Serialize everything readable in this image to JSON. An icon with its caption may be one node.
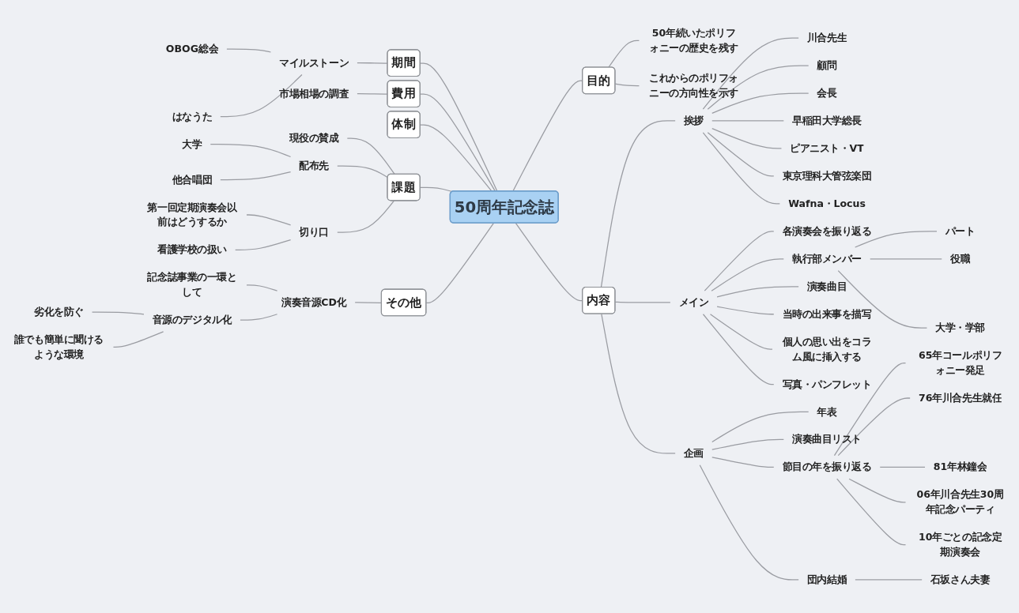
{
  "diagram": {
    "nodes": [
      {
        "text": [
          "50周年記念誌"
        ]
      },
      {
        "text": [
          "期間"
        ]
      },
      {
        "text": [
          "マイルストーン"
        ]
      },
      {
        "text": [
          "OBOG総会"
        ]
      },
      {
        "text": [
          "はなうた"
        ]
      },
      {
        "text": [
          "費用"
        ]
      },
      {
        "text": [
          "市場相場の調査"
        ]
      },
      {
        "text": [
          "体制"
        ]
      },
      {
        "text": [
          "課題"
        ]
      },
      {
        "text": [
          "現役の賛成"
        ]
      },
      {
        "text": [
          "配布先"
        ]
      },
      {
        "text": [
          "大学"
        ]
      },
      {
        "text": [
          "他合唱団"
        ]
      },
      {
        "text": [
          "切り口"
        ]
      },
      {
        "text": [
          "第一回定期演奏会以前はどうするか"
        ]
      },
      {
        "text": [
          "看護学校の扱い"
        ]
      },
      {
        "text": [
          "その他"
        ]
      },
      {
        "text": [
          "演奏音源CD化"
        ]
      },
      {
        "text": [
          "記念誌事業の一環として"
        ]
      },
      {
        "text": [
          "音源のデジタル化"
        ]
      },
      {
        "text": [
          "劣化を防ぐ"
        ]
      },
      {
        "text": [
          "誰でも簡単に聞けるような環境"
        ]
      },
      {
        "text": [
          "目的"
        ]
      },
      {
        "text": [
          "50年続いたポリフォニーの歴史を残す"
        ]
      },
      {
        "text": [
          "これからのポリフォニーの方向性を示す"
        ]
      },
      {
        "text": [
          "内容"
        ]
      },
      {
        "text": [
          "挨拶"
        ]
      },
      {
        "text": [
          "川合先生"
        ]
      },
      {
        "text": [
          "顧問"
        ]
      },
      {
        "text": [
          "会長"
        ]
      },
      {
        "text": [
          "早稲田大学総長"
        ]
      },
      {
        "text": [
          "ピアニスト・VT"
        ]
      },
      {
        "text": [
          "東京理科大管弦楽団"
        ]
      },
      {
        "text": [
          "Wafna・Locus"
        ]
      },
      {
        "text": [
          "メイン"
        ]
      },
      {
        "text": [
          "各演奏会を振り返る"
        ]
      },
      {
        "text": [
          "執行部メンバー"
        ]
      },
      {
        "text": [
          "パート"
        ]
      },
      {
        "text": [
          "役職"
        ]
      },
      {
        "text": [
          "大学・学部"
        ]
      },
      {
        "text": [
          "演奏曲目"
        ]
      },
      {
        "text": [
          "当時の出来事を描写"
        ]
      },
      {
        "text": [
          "個人の思い出をコラム風に挿入する"
        ]
      },
      {
        "text": [
          "写真・パンフレット"
        ]
      },
      {
        "text": [
          "企画"
        ]
      },
      {
        "text": [
          "年表"
        ]
      },
      {
        "text": [
          "演奏曲目リスト"
        ]
      },
      {
        "text": [
          "節目の年を振り返る"
        ]
      },
      {
        "text": [
          "65年コールポリフォニー発足"
        ]
      },
      {
        "text": [
          "76年川合先生就任"
        ]
      },
      {
        "text": [
          "81年林鐘会"
        ]
      },
      {
        "text": [
          "06年川合先生30周年記念パーティ"
        ]
      },
      {
        "text": [
          "10年ごとの記念定期演奏会"
        ]
      },
      {
        "text": [
          "団内結婚"
        ]
      },
      {
        "text": [
          "石坂さん夫妻"
        ]
      }
    ],
    "edges": [
      {
        "from": 0,
        "to": 1,
        "arrow": "none"
      },
      {
        "from": 1,
        "to": 2,
        "arrow": "none"
      },
      {
        "from": 2,
        "to": 3,
        "arrow": "none"
      },
      {
        "from": 2,
        "to": 4,
        "arrow": "none"
      },
      {
        "from": 0,
        "to": 5,
        "arrow": "none"
      },
      {
        "from": 5,
        "to": 6,
        "arrow": "none"
      },
      {
        "from": 0,
        "to": 7,
        "arrow": "none"
      },
      {
        "from": 0,
        "to": 8,
        "arrow": "none"
      },
      {
        "from": 8,
        "to": 9,
        "arrow": "none"
      },
      {
        "from": 8,
        "to": 10,
        "arrow": "none"
      },
      {
        "from": 10,
        "to": 11,
        "arrow": "none"
      },
      {
        "from": 10,
        "to": 12,
        "arrow": "none"
      },
      {
        "from": 8,
        "to": 13,
        "arrow": "none"
      },
      {
        "from": 13,
        "to": 14,
        "arrow": "none"
      },
      {
        "from": 13,
        "to": 15,
        "arrow": "none"
      },
      {
        "from": 0,
        "to": 16,
        "arrow": "none"
      },
      {
        "from": 16,
        "to": 17,
        "arrow": "none"
      },
      {
        "from": 17,
        "to": 18,
        "arrow": "none"
      },
      {
        "from": 17,
        "to": 19,
        "arrow": "none"
      },
      {
        "from": 19,
        "to": 20,
        "arrow": "none"
      },
      {
        "from": 19,
        "to": 21,
        "arrow": "none"
      },
      {
        "from": 0,
        "to": 22,
        "arrow": "none"
      },
      {
        "from": 22,
        "to": 23,
        "arrow": "none"
      },
      {
        "from": 22,
        "to": 24,
        "arrow": "none"
      },
      {
        "from": 0,
        "to": 25,
        "arrow": "none"
      },
      {
        "from": 25,
        "to": 26,
        "arrow": "none"
      },
      {
        "from": 26,
        "to": 27,
        "arrow": "none"
      },
      {
        "from": 26,
        "to": 28,
        "arrow": "none"
      },
      {
        "from": 26,
        "to": 29,
        "arrow": "none"
      },
      {
        "from": 26,
        "to": 30,
        "arrow": "none"
      },
      {
        "from": 26,
        "to": 31,
        "arrow": "none"
      },
      {
        "from": 26,
        "to": 32,
        "arrow": "none"
      },
      {
        "from": 26,
        "to": 33,
        "arrow": "none"
      },
      {
        "from": 25,
        "to": 34,
        "arrow": "none"
      },
      {
        "from": 34,
        "to": 35,
        "arrow": "none"
      },
      {
        "from": 34,
        "to": 36,
        "arrow": "none"
      },
      {
        "from": 36,
        "to": 37,
        "arrow": "none"
      },
      {
        "from": 36,
        "to": 38,
        "arrow": "none"
      },
      {
        "from": 36,
        "to": 39,
        "arrow": "none"
      },
      {
        "from": 34,
        "to": 40,
        "arrow": "none"
      },
      {
        "from": 34,
        "to": 41,
        "arrow": "none"
      },
      {
        "from": 34,
        "to": 42,
        "arrow": "none"
      },
      {
        "from": 34,
        "to": 43,
        "arrow": "none"
      },
      {
        "from": 25,
        "to": 44,
        "arrow": "none"
      },
      {
        "from": 44,
        "to": 45,
        "arrow": "none"
      },
      {
        "from": 44,
        "to": 46,
        "arrow": "none"
      },
      {
        "from": 44,
        "to": 47,
        "arrow": "none"
      },
      {
        "from": 47,
        "to": 48,
        "arrow": "none"
      },
      {
        "from": 47,
        "to": 49,
        "arrow": "none"
      },
      {
        "from": 47,
        "to": 50,
        "arrow": "none"
      },
      {
        "from": 47,
        "to": 51,
        "arrow": "none"
      },
      {
        "from": 47,
        "to": 52,
        "arrow": "none"
      },
      {
        "from": 44,
        "to": 53,
        "arrow": "none"
      },
      {
        "from": 53,
        "to": 54,
        "arrow": "none"
      }
    ]
  }
}
